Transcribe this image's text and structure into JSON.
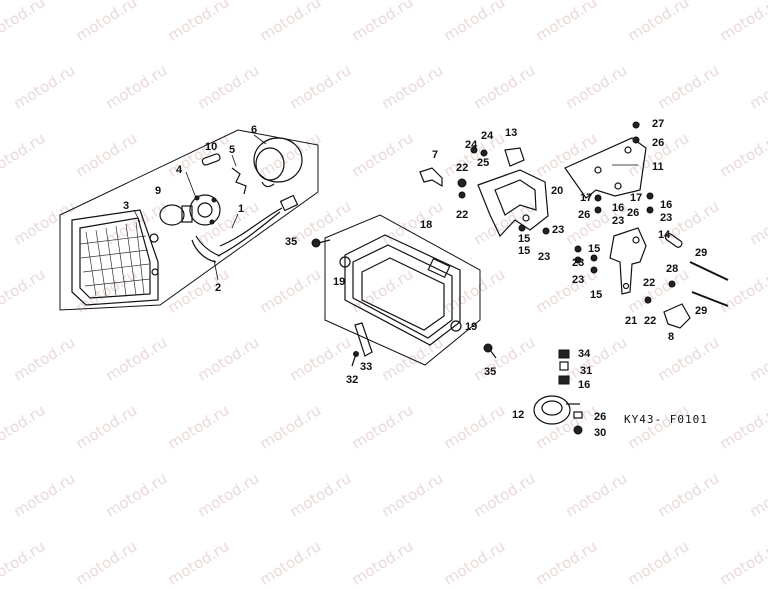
{
  "watermark": "motod.ru",
  "diagram_code": "KY43- F0101",
  "callouts": [
    "1",
    "2",
    "3",
    "4",
    "5",
    "6",
    "7",
    "8",
    "9",
    "10",
    "11",
    "12",
    "13",
    "14",
    "15",
    "16",
    "17",
    "18",
    "19",
    "20",
    "21",
    "22",
    "23",
    "24",
    "25",
    "26",
    "27",
    "28",
    "29",
    "30",
    "31",
    "32",
    "33",
    "34",
    "35"
  ]
}
